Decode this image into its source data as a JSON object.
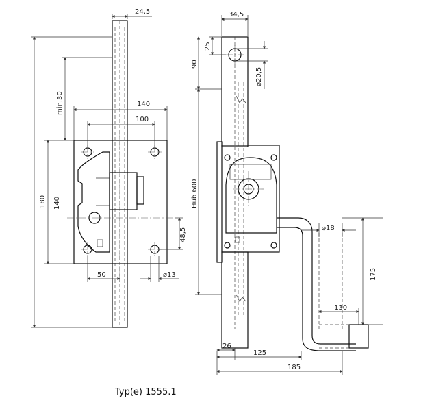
{
  "title": "Typ(e) 1555.1",
  "left_view": {
    "dims": {
      "rod_width": "24,5",
      "min_30": "min.30",
      "plate_width": "140",
      "hole_spacing": "100",
      "total_height": "180",
      "plate_height": "140",
      "offset": "48,5",
      "bottom_width": "50",
      "hole_diameter": "⌀13"
    }
  },
  "right_view": {
    "dims": {
      "rod_width": "34,5",
      "eye_offset": "25",
      "top_length": "90",
      "eye_diameter": "⌀20,5",
      "stroke": "Hub 600",
      "handle_diameter": "⌀18",
      "handle_height": "175",
      "handle_length": "130",
      "base_offset": "26",
      "to_handle": "125",
      "overall": "185"
    }
  }
}
